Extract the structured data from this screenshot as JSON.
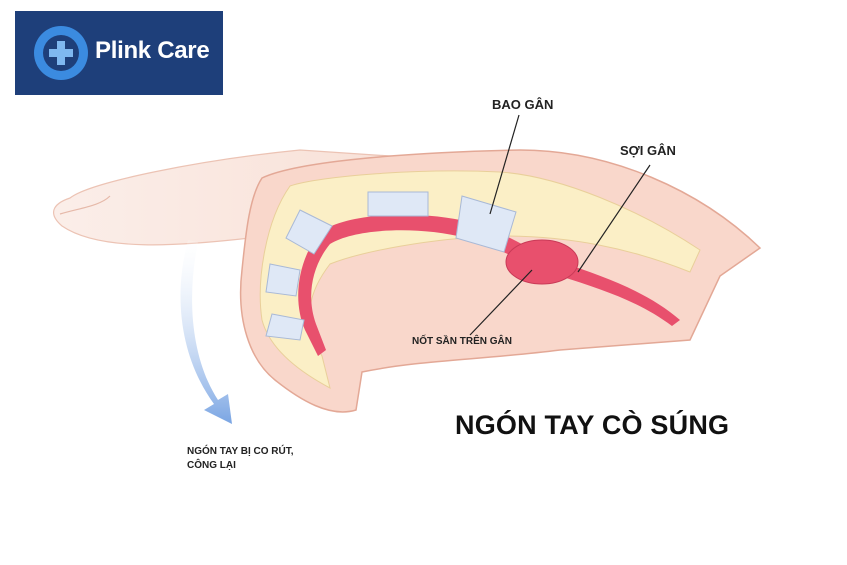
{
  "brand": {
    "name": "Plink Care",
    "icon": "cross-shield-icon",
    "color": "#1e3f7a"
  },
  "labels": {
    "tendon_sheath": "BAO GÂN",
    "tendon_fiber": "SỢI GÂN",
    "tendon_nodule": "NỐT SẦN TRÊN GÂN",
    "curled_line1": "NGÓN TAY BỊ CO RÚT,",
    "curled_line2": "CÔNG LẠI"
  },
  "title": "NGÓN TAY CÒ SÚNG",
  "colors": {
    "skin": "#f9d7cb",
    "fat": "#fbefc6",
    "tendon": "#e8506d",
    "sheath": "#dfe8f6",
    "arrow": "#6b9be0"
  }
}
